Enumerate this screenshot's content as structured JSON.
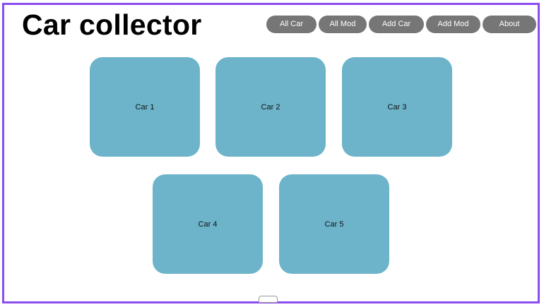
{
  "app": {
    "title": "Car collector"
  },
  "nav": {
    "items": [
      "All Car",
      "All Mod",
      "Add Car",
      "Add Mod",
      "About"
    ]
  },
  "cards": [
    "Car 1",
    "Car 2",
    "Car 3",
    "Car 4",
    "Car 5"
  ],
  "colors": {
    "frame_border": "#8b4cf0",
    "nav_button": "#767676",
    "card": "#6db4ca"
  }
}
